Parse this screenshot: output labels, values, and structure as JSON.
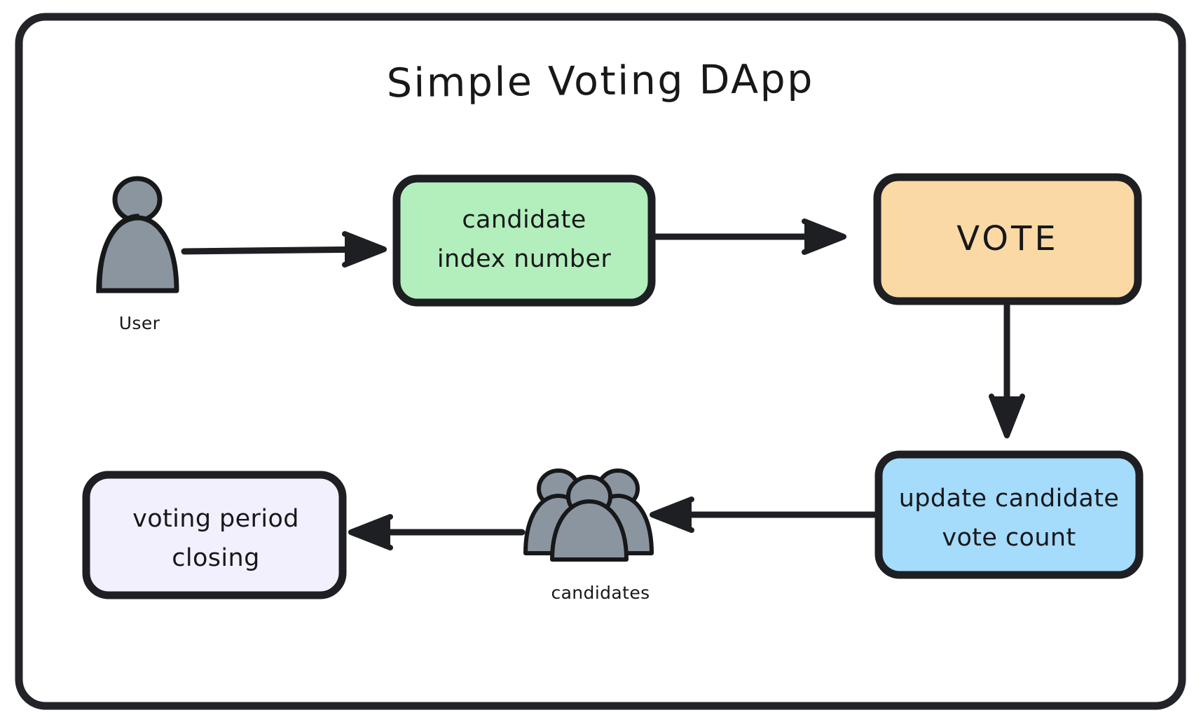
{
  "diagram": {
    "title": "Simple Voting DApp",
    "frame": {
      "stroke_color": "#22242a",
      "fill_color": "#ffffff",
      "corner_radius": 34
    },
    "nodes": [
      {
        "id": "candidate-index",
        "label_lines": [
          "candidate",
          "index number"
        ],
        "fill_color": "#b3efbc",
        "stroke_color": "#1d1f23",
        "shape": "rounded-rect"
      },
      {
        "id": "vote",
        "label_lines": [
          "VOTE"
        ],
        "fill_color": "#fbd9a5",
        "stroke_color": "#1d1f23",
        "shape": "rounded-rect"
      },
      {
        "id": "update-count",
        "label_lines": [
          "update candidate",
          "vote count"
        ],
        "fill_color": "#a5dbfb",
        "stroke_color": "#1d1f23",
        "shape": "rounded-rect"
      },
      {
        "id": "voting-period-closing",
        "label_lines": [
          "voting period",
          "closing"
        ],
        "fill_color": "#f2f0fd",
        "stroke_color": "#1d1f23",
        "shape": "rounded-rect"
      }
    ],
    "actors": [
      {
        "id": "user",
        "icon": "single-person-icon",
        "caption": "User",
        "fill_color": "#8b95a0",
        "stroke_color": "#17181a"
      },
      {
        "id": "candidates",
        "icon": "group-of-people-icon",
        "caption": "candidates",
        "fill_color": "#8b95a0",
        "stroke_color": "#17181a"
      }
    ],
    "arrows": [
      {
        "id": "user-to-candidate-index",
        "from": "user",
        "to": "candidate-index",
        "direction": "right"
      },
      {
        "id": "candidate-index-to-vote",
        "from": "candidate-index",
        "to": "vote",
        "direction": "right"
      },
      {
        "id": "vote-to-update-count",
        "from": "vote",
        "to": "update-count",
        "direction": "down"
      },
      {
        "id": "update-count-to-candidates",
        "from": "update-count",
        "to": "candidates",
        "direction": "left"
      },
      {
        "id": "candidates-to-voting-period-closing",
        "from": "candidates",
        "to": "voting-period-closing",
        "direction": "left"
      }
    ]
  }
}
